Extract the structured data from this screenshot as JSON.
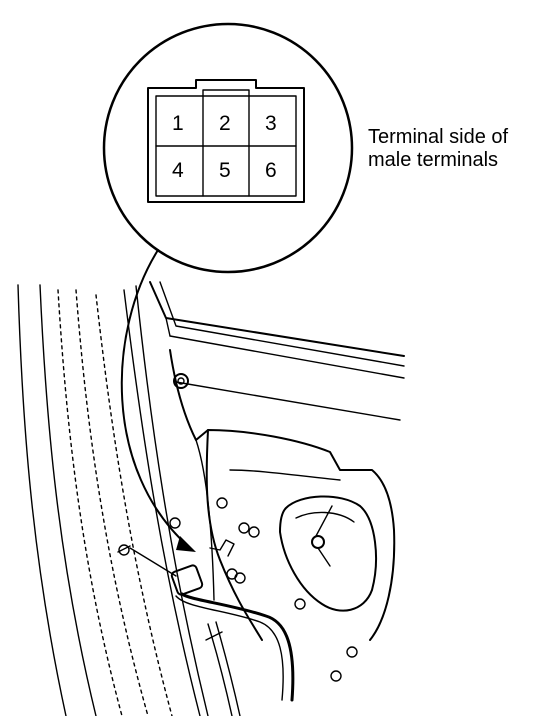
{
  "callout": {
    "line1": "Terminal side of",
    "line2": "male terminals"
  },
  "connector": {
    "pins": [
      {
        "id": "pin-1",
        "label": "1"
      },
      {
        "id": "pin-2",
        "label": "2"
      },
      {
        "id": "pin-3",
        "label": "3"
      },
      {
        "id": "pin-4",
        "label": "4"
      },
      {
        "id": "pin-5",
        "label": "5"
      },
      {
        "id": "pin-6",
        "label": "6"
      }
    ]
  }
}
